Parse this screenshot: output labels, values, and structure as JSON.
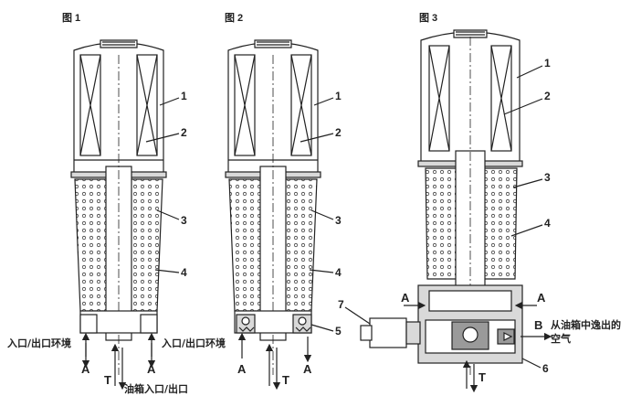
{
  "figures": [
    {
      "title": "图 1",
      "callouts": [
        "1",
        "2",
        "3",
        "4"
      ],
      "flow": [
        "A",
        "A",
        "T"
      ]
    },
    {
      "title": "图 2",
      "callouts": [
        "1",
        "2",
        "3",
        "4",
        "5"
      ],
      "flow": [
        "A",
        "A",
        "T"
      ]
    },
    {
      "title": "图 3",
      "callouts": [
        "1",
        "2",
        "3",
        "4",
        "6",
        "7"
      ],
      "flow": [
        "A",
        "A",
        "B",
        "T"
      ]
    }
  ],
  "notes": {
    "inlet_left": "入口/出口环境",
    "inlet_right": "入口/出口环境",
    "tank_port": "油箱入口/出口",
    "air_escape_line1": "从油箱中逸出的",
    "air_escape_line2": "空气"
  },
  "icons": [
    "dot-pattern",
    "spring",
    "arrow"
  ],
  "colors": {
    "line": "#222222",
    "fill_gray": "#d9d9d9",
    "fill_dark": "#9a9a9a",
    "background": "#ffffff"
  }
}
